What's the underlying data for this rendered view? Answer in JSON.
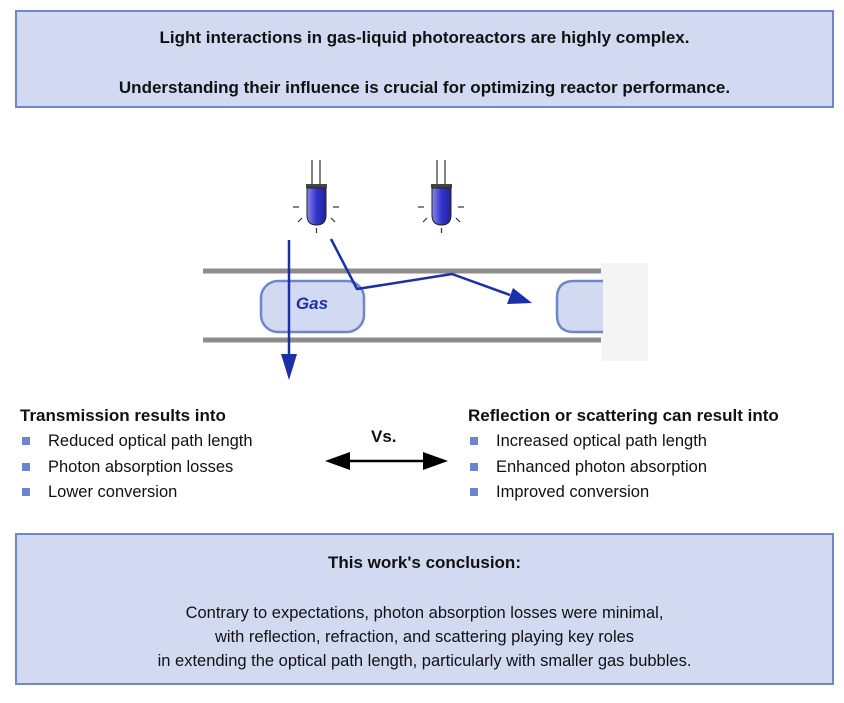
{
  "top_box": {
    "line1": "Light interactions in gas-liquid photoreactors are highly complex.",
    "line2": "Understanding their influence is crucial for optimizing reactor performance."
  },
  "diagram": {
    "bubble_label": "Gas",
    "vs_label": "Vs.",
    "colors": {
      "arrow": "#1a2fa8",
      "bubble_fill": "#d2daf2",
      "bubble_stroke": "#6f86c8",
      "channel_wall": "#8c8c8c",
      "led": "#3a3ad0"
    }
  },
  "left_column": {
    "heading": "Transmission results into",
    "items": [
      "Reduced optical path length",
      "Photon absorption losses",
      "Lower conversion"
    ]
  },
  "right_column": {
    "heading": "Reflection or scattering can result into",
    "items": [
      "Increased optical path length",
      "Enhanced photon absorption",
      "Improved conversion"
    ]
  },
  "bottom_box": {
    "title": "This work's conclusion:",
    "lines": [
      "Contrary to expectations, photon absorption losses were minimal,",
      "with reflection, refraction, and scattering playing key roles",
      "in extending the optical path length, particularly with smaller gas bubbles."
    ]
  }
}
